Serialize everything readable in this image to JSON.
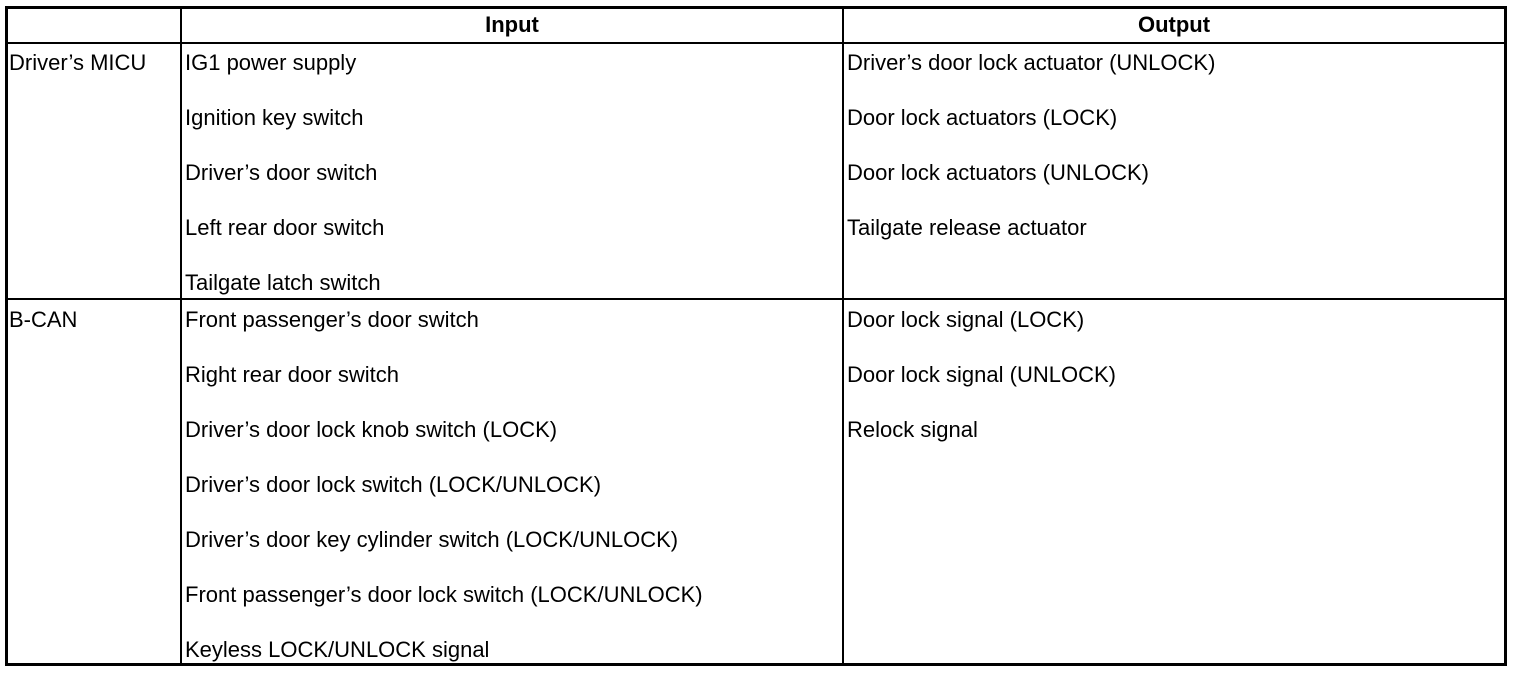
{
  "table": {
    "header": {
      "input": "Input",
      "output": "Output"
    },
    "rows": [
      {
        "source": "Driver’s MICU",
        "inputs": [
          "IG1 power supply",
          "Ignition key switch",
          "Driver’s door switch",
          "Left rear door switch",
          "Tailgate latch switch"
        ],
        "outputs": [
          "Driver’s door lock actuator (UNLOCK)",
          "Door lock actuators (LOCK)",
          "Door lock actuators (UNLOCK)",
          "Tailgate release actuator"
        ]
      },
      {
        "source": "B-CAN",
        "inputs": [
          "Front passenger’s door switch",
          "Right rear door switch",
          "Driver’s door lock knob switch (LOCK)",
          "Driver’s door lock switch (LOCK/UNLOCK)",
          "Driver’s door key cylinder switch (LOCK/UNLOCK)",
          "Front passenger’s door lock switch (LOCK/UNLOCK)",
          "Keyless LOCK/UNLOCK signal"
        ],
        "outputs": [
          "Door lock signal (LOCK)",
          "Door lock signal (UNLOCK)",
          "Relock signal"
        ]
      }
    ]
  }
}
